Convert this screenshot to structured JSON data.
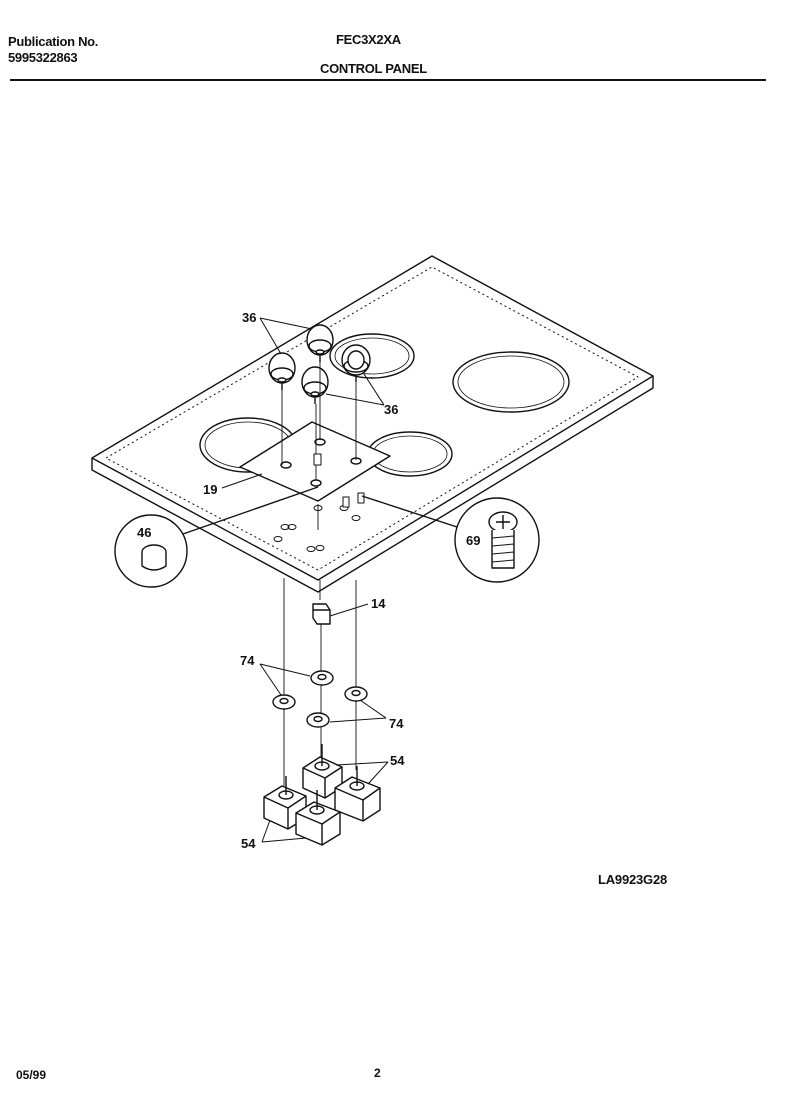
{
  "header": {
    "publication_label": "Publication No.",
    "publication_number": "5995322863",
    "model": "FEC3X2XA",
    "section": "CONTROL PANEL"
  },
  "diagram": {
    "code": "LA9923G28",
    "callouts": [
      "36",
      "36",
      "19",
      "46",
      "69",
      "14",
      "74",
      "74",
      "54",
      "54"
    ]
  },
  "footer": {
    "date": "05/99",
    "page": "2"
  }
}
